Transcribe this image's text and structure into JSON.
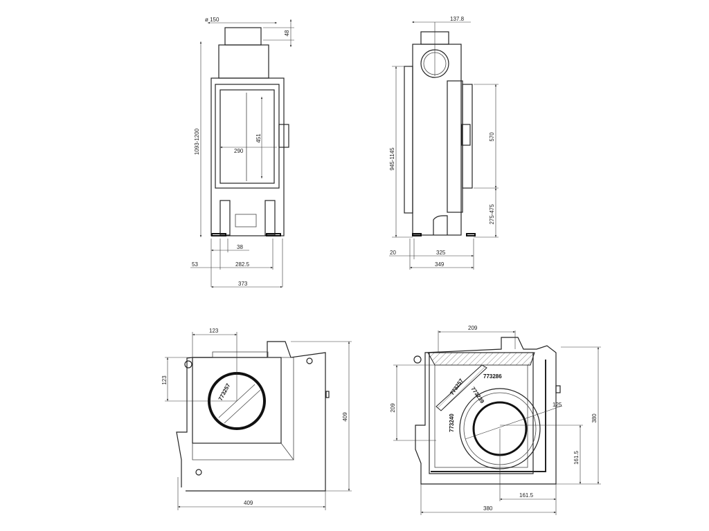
{
  "front_view": {
    "flue_diameter": "ø 150",
    "flue_height": "48",
    "total_height": "1093-1200",
    "glass_width": "290",
    "glass_height": "451",
    "leg_offset": "38",
    "left_offset": "53",
    "leg_span": "282.5",
    "total_width": "373"
  },
  "side_view": {
    "flue_offset": "137.8",
    "total_height": "945-1145",
    "door_height": "570",
    "base_height": "275-475",
    "left_offset": "20",
    "body_depth": "325",
    "total_depth": "349"
  },
  "top_view_left": {
    "flue_x": "123",
    "flue_y": "123",
    "depth": "409",
    "width": "409",
    "part_number": "773257"
  },
  "top_view_right": {
    "width_top": "209",
    "height_left": "209",
    "depth": "380",
    "flue_y": "161.5",
    "flue_radius": "125",
    "flue_x": "161.5",
    "width": "380",
    "part_numbers": [
      "773257",
      "773286",
      "773239",
      "773240"
    ]
  }
}
